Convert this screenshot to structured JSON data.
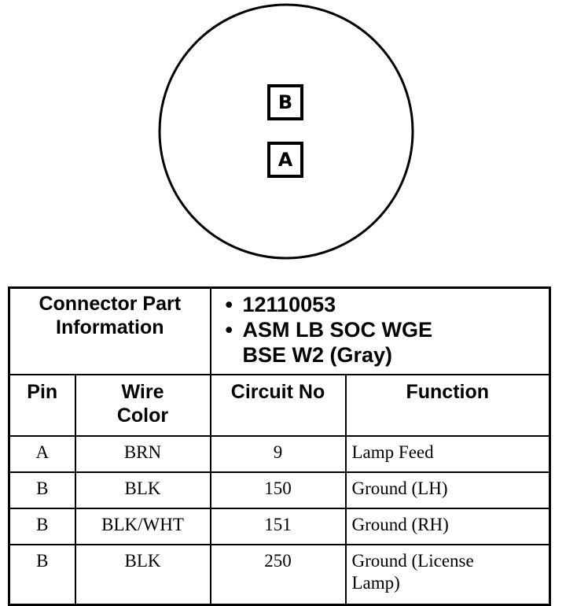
{
  "connector": {
    "cavities": [
      "B",
      "A"
    ]
  },
  "part_info": {
    "label_line1": "Connector Part",
    "label_line2": "Information",
    "part_number": "12110053",
    "description_line1": "ASM LB SOC WGE",
    "description_line2": "BSE W2 (Gray)",
    "bullet": "•"
  },
  "columns": {
    "pin": "Pin",
    "wire_color_line1": "Wire",
    "wire_color_line2": "Color",
    "circuit_no": "Circuit No",
    "function": "Function"
  },
  "rows": [
    {
      "pin": "A",
      "wire": "BRN",
      "circuit": "9",
      "function": "Lamp Feed"
    },
    {
      "pin": "B",
      "wire": "BLK",
      "circuit": "150",
      "function": "Ground (LH)"
    },
    {
      "pin": "B",
      "wire": "BLK/WHT",
      "circuit": "151",
      "function": "Ground (RH)"
    },
    {
      "pin": "B",
      "wire": "BLK",
      "circuit": "250",
      "function_line1": "Ground (License",
      "function_line2": "Lamp)"
    }
  ]
}
